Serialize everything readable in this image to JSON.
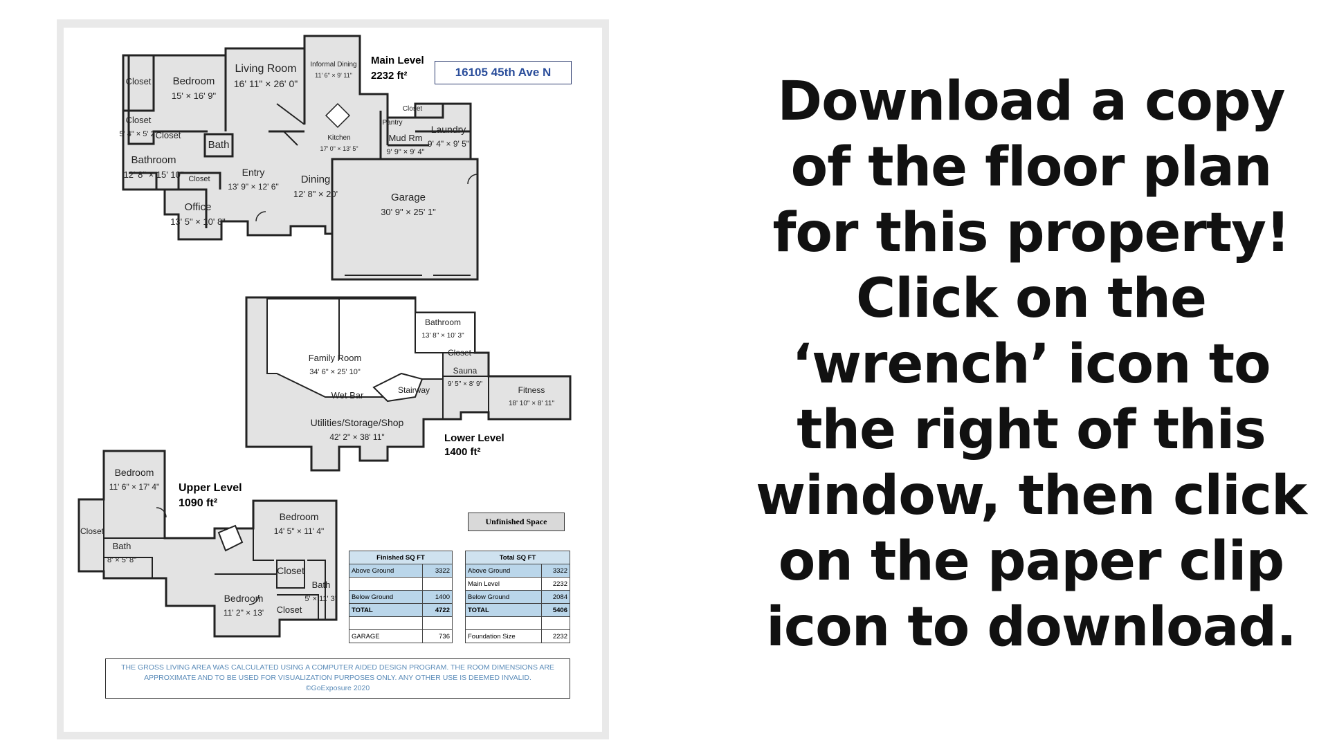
{
  "message": {
    "lines": [
      "Download a copy",
      "of the floor plan",
      "for this property!",
      "Click on the",
      "‘wrench’ icon to",
      "the right of this",
      "window, then click",
      "on the paper clip",
      "icon to download."
    ]
  },
  "plan": {
    "address": "16105 45th Ave N",
    "main_level": {
      "name": "Main Level",
      "area": "2232 ft²"
    },
    "lower_level": {
      "name": "Lower Level",
      "area": "1400 ft²"
    },
    "upper_level": {
      "name": "Upper Level",
      "area": "1090 ft²"
    },
    "legend_unfinished": "Unfinished Space",
    "main_rooms": [
      {
        "id": "closet-a",
        "label": "Closet",
        "dims": ""
      },
      {
        "id": "bedroom",
        "label": "Bedroom",
        "dims": "15' × 16' 9\""
      },
      {
        "id": "living-room",
        "label": "Living Room",
        "dims": "16' 11\" × 26' 0\""
      },
      {
        "id": "informal-dining",
        "label": "Informal Dining",
        "dims": "11' 6\" × 9' 11\""
      },
      {
        "id": "closet-b",
        "label": "Closet",
        "dims": "5' 4\" × 5' 2\""
      },
      {
        "id": "closet-c",
        "label": "Closet",
        "dims": ""
      },
      {
        "id": "bath",
        "label": "Bath",
        "dims": ""
      },
      {
        "id": "bathroom",
        "label": "Bathroom",
        "dims": "12' 8\" × 15' 10\""
      },
      {
        "id": "closet-d",
        "label": "Closet",
        "dims": ""
      },
      {
        "id": "entry",
        "label": "Entry",
        "dims": "13' 9\" × 12' 6\""
      },
      {
        "id": "dining",
        "label": "Dining",
        "dims": "12' 8\" × 20'"
      },
      {
        "id": "office",
        "label": "Office",
        "dims": "13' 5\" × 10' 8\""
      },
      {
        "id": "kitchen",
        "label": "Kitchen",
        "dims": "17' 0\" × 13' 5\""
      },
      {
        "id": "pantry",
        "label": "Pantry",
        "dims": ""
      },
      {
        "id": "mud-rm",
        "label": "Mud Rm",
        "dims": "9' 9\" × 9' 4\""
      },
      {
        "id": "closet-e",
        "label": "Closet",
        "dims": ""
      },
      {
        "id": "laundry",
        "label": "Laundry",
        "dims": "9' 4\" × 9' 5\""
      },
      {
        "id": "garage",
        "label": "Garage",
        "dims": "30' 9\" × 25' 1\""
      }
    ],
    "lower_rooms": [
      {
        "id": "family-room",
        "label": "Family Room",
        "dims": "34' 6\" × 25' 10\""
      },
      {
        "id": "wet-bar",
        "label": "Wet Bar",
        "dims": ""
      },
      {
        "id": "utilities",
        "label": "Utilities/Storage/Shop",
        "dims": "42' 2\" × 38' 11\""
      },
      {
        "id": "lower-bathroom",
        "label": "Bathroom",
        "dims": "13' 8\" × 10' 3\""
      },
      {
        "id": "lower-closet",
        "label": "Closet",
        "dims": ""
      },
      {
        "id": "sauna",
        "label": "Sauna",
        "dims": "9' 5\" × 8' 9\""
      },
      {
        "id": "stairway",
        "label": "Stairway",
        "dims": ""
      },
      {
        "id": "fitness",
        "label": "Fitness",
        "dims": "18' 10\" × 8' 11\""
      }
    ],
    "upper_rooms": [
      {
        "id": "up-bedroom-1",
        "label": "Bedroom",
        "dims": "11' 6\" × 17' 4\""
      },
      {
        "id": "up-closet-1",
        "label": "Closet",
        "dims": ""
      },
      {
        "id": "up-bath-1",
        "label": "Bath",
        "dims": "8' × 5' 8\""
      },
      {
        "id": "up-bedroom-2",
        "label": "Bedroom",
        "dims": "14' 5\" × 11' 4\""
      },
      {
        "id": "up-closet-2",
        "label": "Closet",
        "dims": ""
      },
      {
        "id": "up-bath-2",
        "label": "Bath",
        "dims": "5' × 11' 3\""
      },
      {
        "id": "up-bedroom-3",
        "label": "Bedroom",
        "dims": "11' 2\" × 13'"
      },
      {
        "id": "up-closet-3",
        "label": "Closet",
        "dims": ""
      }
    ],
    "finished_table": {
      "header": "Finished SQ FT",
      "rows": [
        {
          "label": "Above Ground",
          "value": "3322"
        },
        {
          "label": "",
          "value": ""
        },
        {
          "label": "Below Ground",
          "value": "1400"
        },
        {
          "label": "TOTAL",
          "value": "4722"
        },
        {
          "label": "",
          "value": ""
        },
        {
          "label": "GARAGE",
          "value": "736"
        }
      ]
    },
    "total_table": {
      "header": "Total SQ FT",
      "rows": [
        {
          "label": "Above Ground",
          "value": "3322"
        },
        {
          "label": "Main Level",
          "value": "2232"
        },
        {
          "label": "Below Ground",
          "value": "2084"
        },
        {
          "label": "TOTAL",
          "value": "5406"
        },
        {
          "label": "",
          "value": ""
        },
        {
          "label": "Foundation Size",
          "value": "2232"
        }
      ]
    },
    "footer": {
      "line1": "THE GROSS LIVING AREA WAS CALCULATED USING A COMPUTER AIDED DESIGN PROGRAM. THE ROOM DIMENSIONS ARE",
      "line2": "APPROXIMATE AND TO BE USED FOR VISUALIZATION PURPOSES ONLY. ANY OTHER USE IS DEEMED INVALID.",
      "line3": "©GoExposure 2020"
    }
  }
}
